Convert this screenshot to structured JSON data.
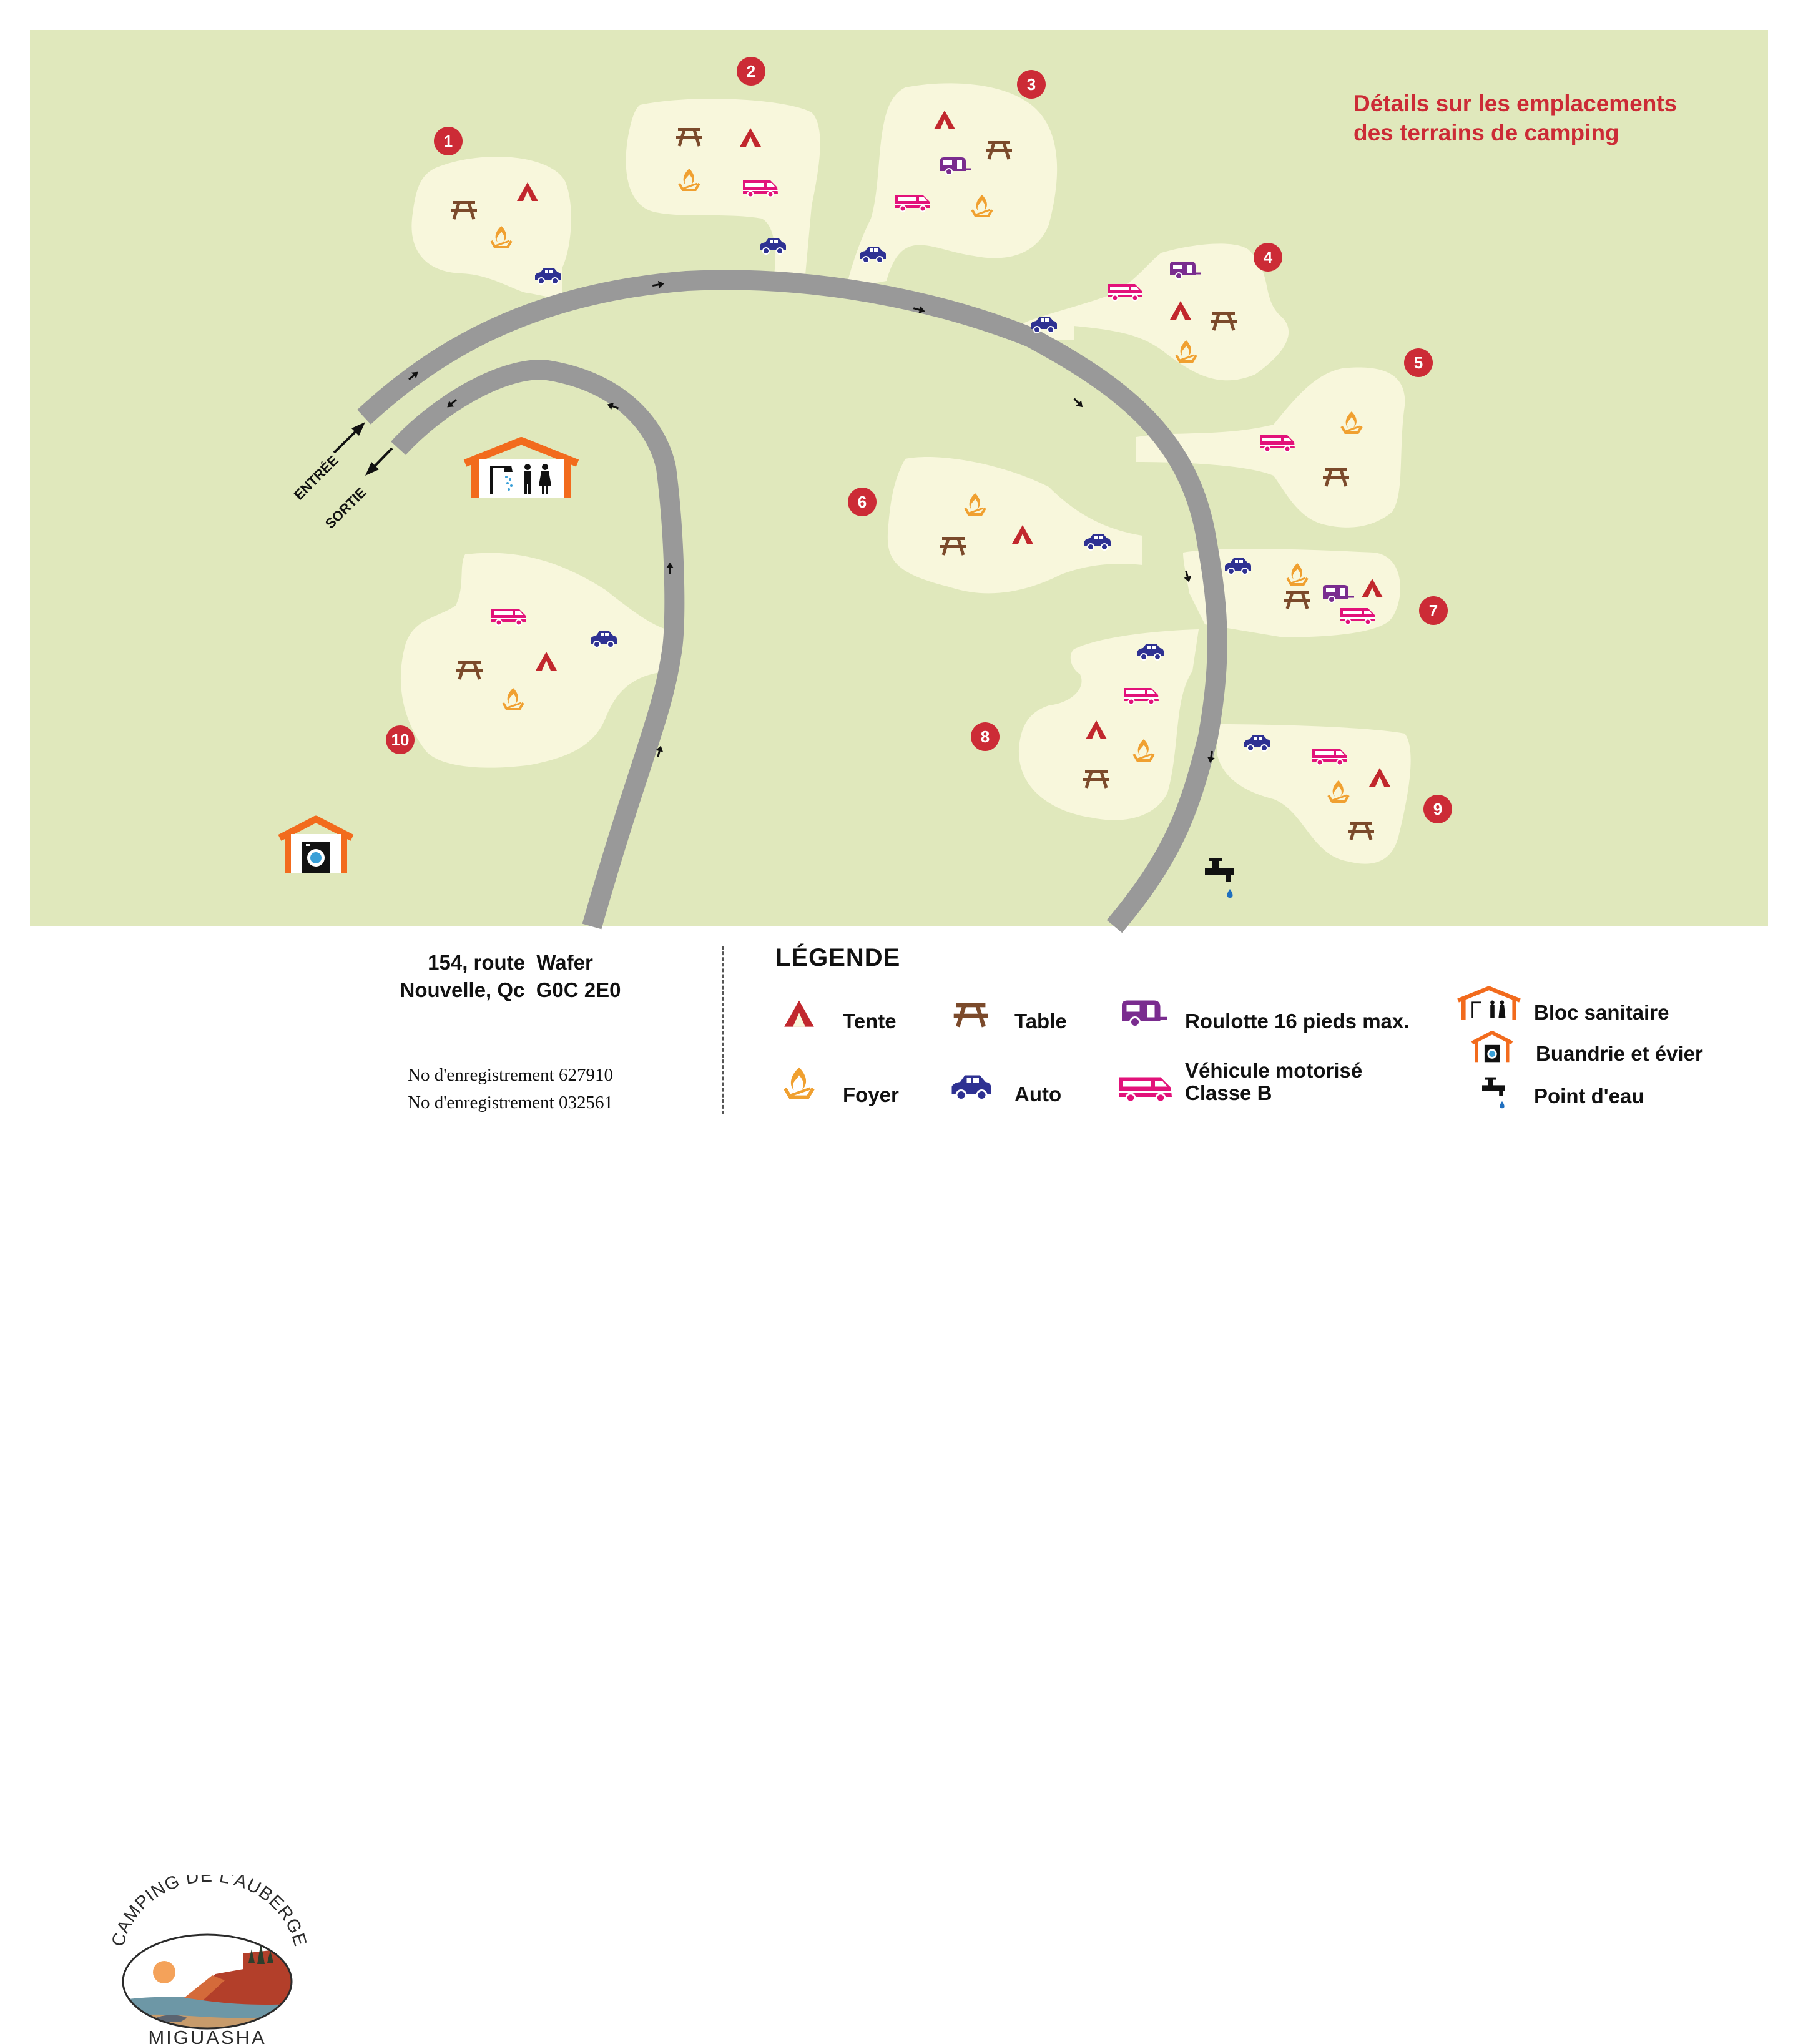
{
  "map": {
    "title_line1": "Détails sur les emplacements",
    "title_line2": "des terrains de camping",
    "entry_label": "ENTRÉE",
    "exit_label": "SORTIE",
    "sites": [
      {
        "number": "1",
        "icons": [
          "tent",
          "table",
          "fire",
          "car"
        ]
      },
      {
        "number": "2",
        "icons": [
          "table",
          "tent",
          "fire",
          "van",
          "car"
        ]
      },
      {
        "number": "3",
        "icons": [
          "tent",
          "trailer",
          "table",
          "van",
          "fire",
          "car"
        ]
      },
      {
        "number": "4",
        "icons": [
          "van",
          "trailer",
          "tent",
          "table",
          "car",
          "fire"
        ]
      },
      {
        "number": "5",
        "icons": [
          "fire",
          "van",
          "table"
        ]
      },
      {
        "number": "6",
        "icons": [
          "fire",
          "table",
          "tent",
          "car"
        ]
      },
      {
        "number": "7",
        "icons": [
          "car",
          "fire",
          "table",
          "trailer",
          "tent",
          "van"
        ]
      },
      {
        "number": "8",
        "icons": [
          "car",
          "van",
          "tent",
          "fire",
          "table"
        ]
      },
      {
        "number": "9",
        "icons": [
          "car",
          "van",
          "tent",
          "fire",
          "table"
        ]
      },
      {
        "number": "10",
        "icons": [
          "van",
          "car",
          "table",
          "tent",
          "fire"
        ]
      }
    ],
    "facilities": [
      "sanitary-block",
      "laundry",
      "water-point"
    ]
  },
  "footer": {
    "logo_top_text": "CAMPING DE L'AUBERGE",
    "logo_bottom_text": "MIGUASHA",
    "address_line1": "154, route  Wafer",
    "address_line2": "Nouvelle, Qc  G0C 2E0",
    "registration_line1": "No d'enregistrement 627910",
    "registration_line2": "No d'enregistrement 032561"
  },
  "legend": {
    "title": "LÉGENDE",
    "tent": "Tente",
    "fire": "Foyer",
    "table": "Table",
    "car": "Auto",
    "trailer": "Roulotte 16 pieds max.",
    "van_line1": "Véhicule motorisé",
    "van_line2": "Classe B",
    "sanitary": "Bloc sanitaire",
    "laundry": "Buandrie et évier",
    "water": "Point d'eau"
  },
  "colors": {
    "background": "#e0e8bc",
    "site_fill": "#f8f7dc",
    "road": "#999999",
    "badge": "#cc2b36",
    "title": "#cc2b36",
    "tent": "#c1272d",
    "table": "#7b4a2b",
    "fire": "#f0a030",
    "car": "#2e3192",
    "van": "#e2127a",
    "trailer": "#7a2c8f",
    "facility": "#f26b1d"
  }
}
